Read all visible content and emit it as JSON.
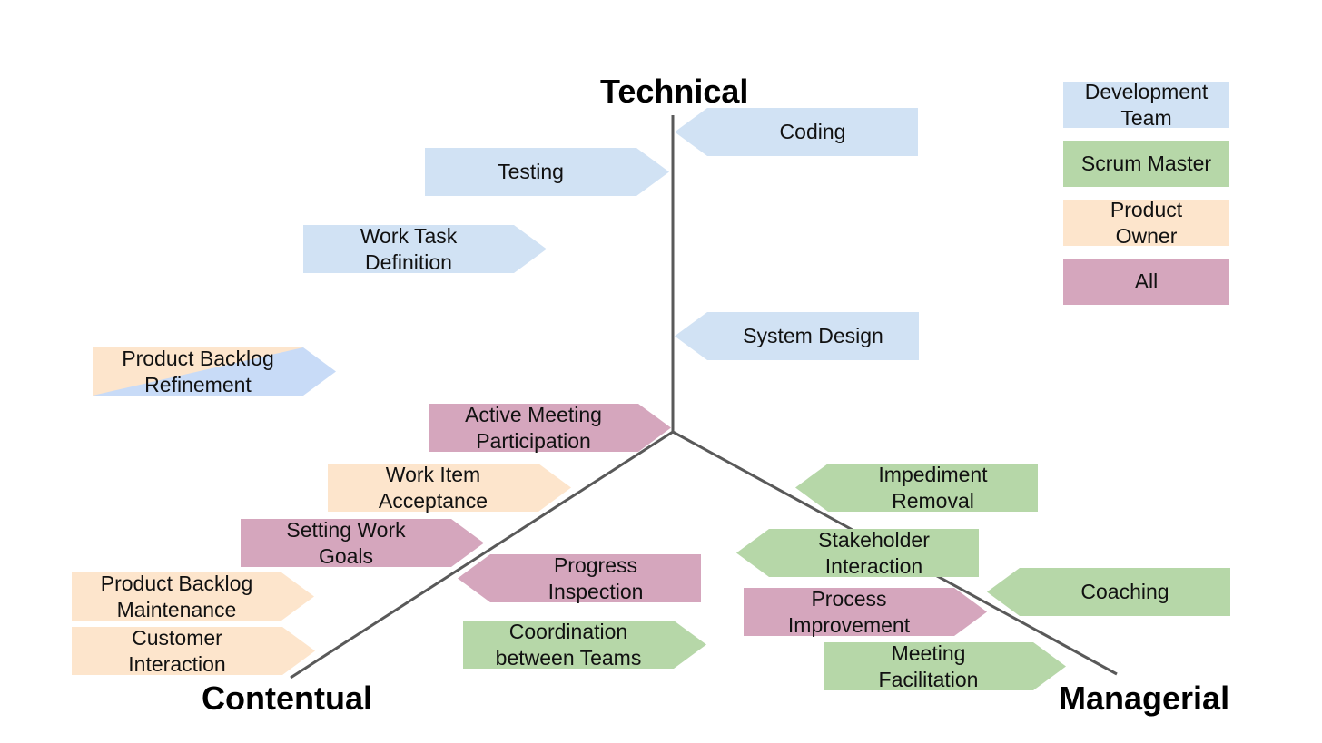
{
  "colors": {
    "development_team": "#d1e2f4",
    "scrum_master": "#b6d7a8",
    "product_owner": "#fde5cc",
    "all": "#d5a6bd",
    "split_blue": "#c8dbf7",
    "axis_line": "#595959"
  },
  "axis_titles": {
    "technical": "Technical",
    "contentual": "Contentual",
    "managerial": "Managerial"
  },
  "legend": [
    {
      "name": "legend-development-team",
      "label": "Development\nTeam",
      "role": "development_team"
    },
    {
      "name": "legend-scrum-master",
      "label": "Scrum Master",
      "role": "scrum_master"
    },
    {
      "name": "legend-product-owner",
      "label": "Product\nOwner",
      "role": "product_owner"
    },
    {
      "name": "legend-all",
      "label": "All",
      "role": "all"
    }
  ],
  "activities": [
    {
      "name": "coding",
      "label": "Coding",
      "role": "development_team"
    },
    {
      "name": "testing",
      "label": "Testing",
      "role": "development_team"
    },
    {
      "name": "work-task-definition",
      "label": "Work Task\nDefinition",
      "role": "development_team"
    },
    {
      "name": "system-design",
      "label": "System Design",
      "role": "development_team"
    },
    {
      "name": "product-backlog-refinement",
      "label": "Product Backlog\nRefinement",
      "role": "split"
    },
    {
      "name": "active-meeting-participation",
      "label": "Active Meeting\nParticipation",
      "role": "all"
    },
    {
      "name": "work-item-acceptance",
      "label": "Work Item\nAcceptance",
      "role": "product_owner"
    },
    {
      "name": "setting-work-goals",
      "label": "Setting Work\nGoals",
      "role": "all"
    },
    {
      "name": "product-backlog-maintenance",
      "label": "Product Backlog\nMaintenance",
      "role": "product_owner"
    },
    {
      "name": "customer-interaction",
      "label": "Customer\nInteraction",
      "role": "product_owner"
    },
    {
      "name": "progress-inspection",
      "label": "Progress\nInspection",
      "role": "all"
    },
    {
      "name": "coordination-between-teams",
      "label": "Coordination\nbetween Teams",
      "role": "scrum_master"
    },
    {
      "name": "impediment-removal",
      "label": "Impediment\nRemoval",
      "role": "scrum_master"
    },
    {
      "name": "stakeholder-interaction",
      "label": "Stakeholder\nInteraction",
      "role": "scrum_master"
    },
    {
      "name": "coaching",
      "label": "Coaching",
      "role": "scrum_master"
    },
    {
      "name": "process-improvement",
      "label": "Process\nImprovement",
      "role": "all"
    },
    {
      "name": "meeting-facilitation",
      "label": "Meeting\nFacilitation",
      "role": "scrum_master"
    }
  ]
}
